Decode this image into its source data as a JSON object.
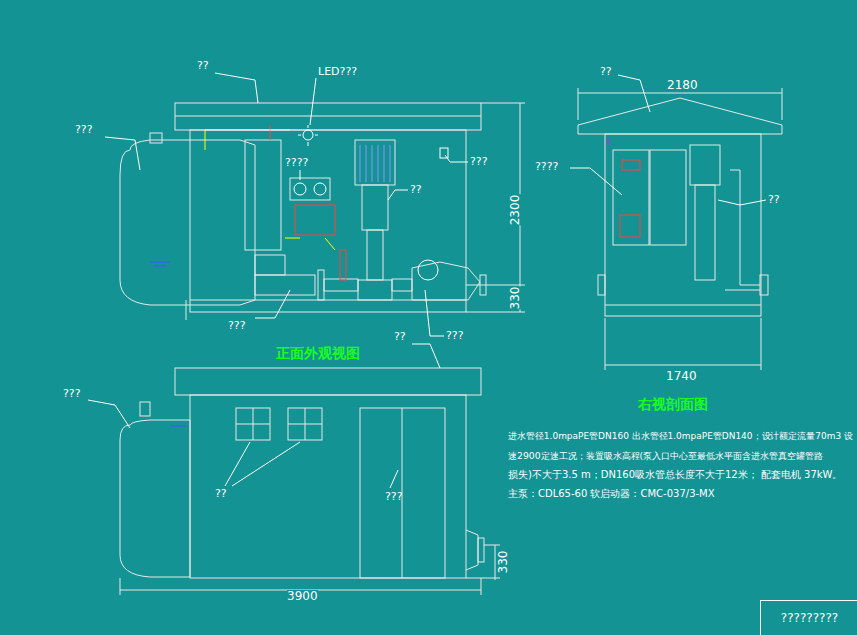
{
  "diagram": {
    "nodes": [
      {
        "text": [
          "?????????"
        ]
      }
    ],
    "labels": [
      "??",
      "LED???",
      "???",
      "????",
      "??",
      "???",
      "???",
      "???",
      "2300",
      "330",
      "正面外观视图",
      "??",
      "2180",
      "????",
      "??",
      "1740",
      "右视剖面图",
      "??",
      "???",
      "??",
      "???",
      "330",
      "3900",
      "进水管径1.0mpaPE管DN160 出水管径1.0mpaPE管DN140；设计额定流量70m3  设",
      "速2900定速工况；装置吸水高程(泵入口中心至最低水平面含进水管真空罐管路",
      "损失)不大于3.5 m；DN160吸水管总长度不大于12米；  配套电机 37kW。",
      "主泵：CDL65-60   软启动器：CMC-037/3-MX"
    ]
  }
}
